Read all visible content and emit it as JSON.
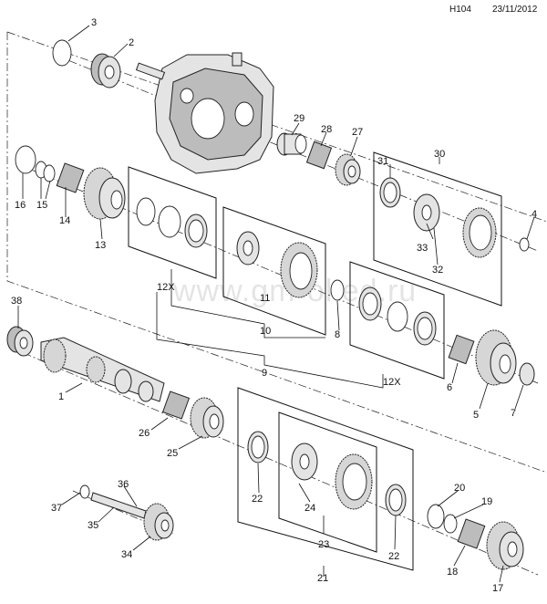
{
  "header": {
    "code": "H104",
    "date": "23/11/2012"
  },
  "watermark": "www.gm-oked.ru",
  "callouts": {
    "c1": "1",
    "c2": "2",
    "c3": "3",
    "c4": "4",
    "c5": "5",
    "c6": "6",
    "c7": "7",
    "c8": "8",
    "c9": "9",
    "c10": "10",
    "c11": "11",
    "c12a": "12X",
    "c12b": "12X",
    "c13": "13",
    "c14": "14",
    "c15": "15",
    "c16": "16",
    "c17": "17",
    "c18": "18",
    "c19": "19",
    "c20": "20",
    "c21": "21",
    "c22a": "22",
    "c22b": "22",
    "c23": "23",
    "c24": "24",
    "c25": "25",
    "c26": "26",
    "c27": "27",
    "c28": "28",
    "c29": "29",
    "c30": "30",
    "c31": "31",
    "c32": "32",
    "c33": "33",
    "c34": "34",
    "c35": "35",
    "c36": "36",
    "c37": "37",
    "c38": "38"
  }
}
